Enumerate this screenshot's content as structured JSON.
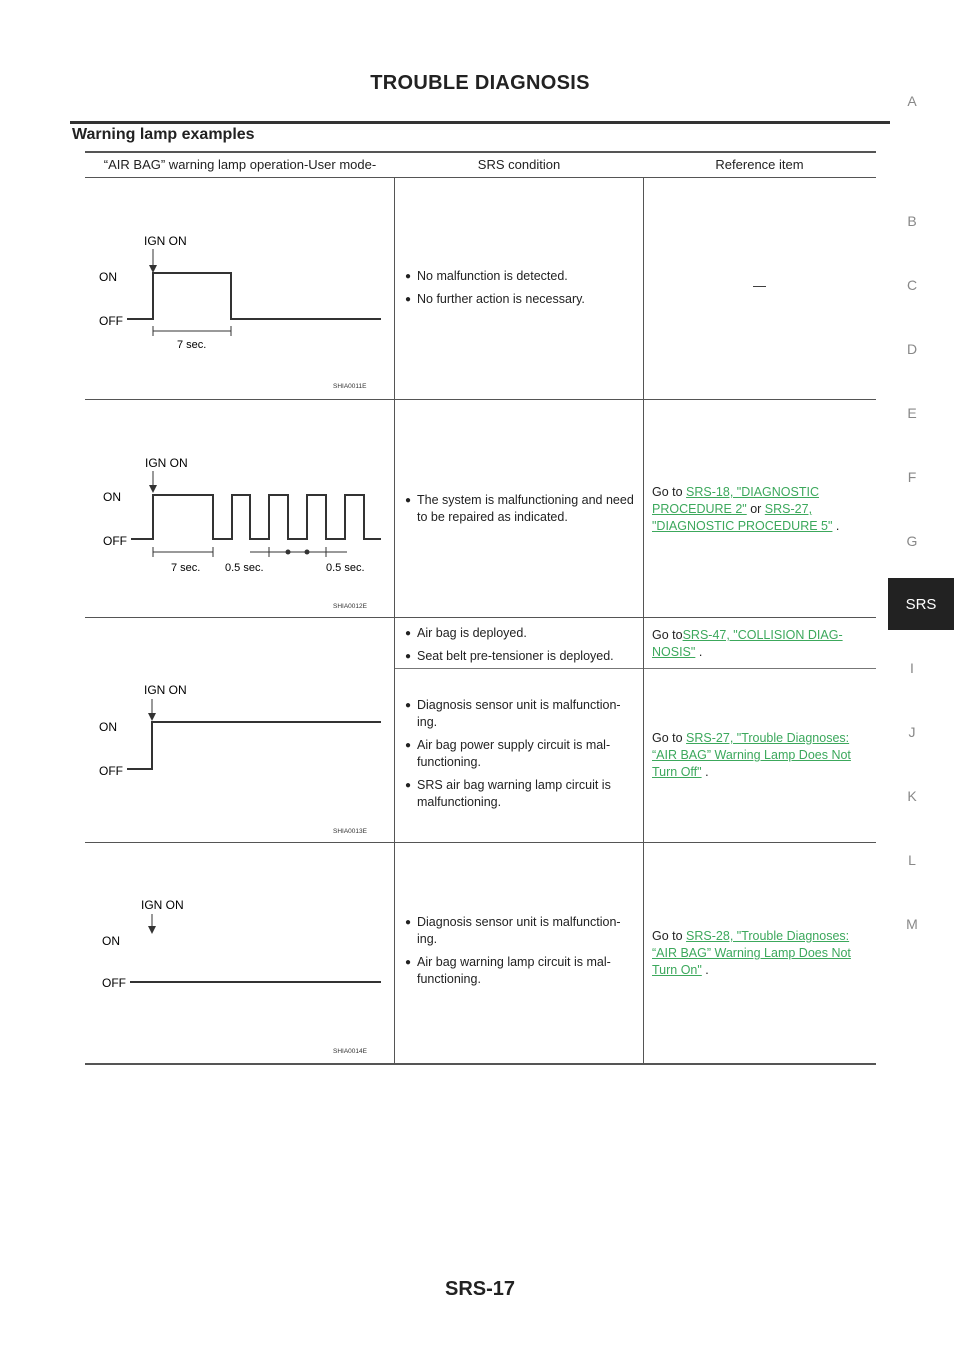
{
  "header": {
    "title": "TROUBLE DIAGNOSIS"
  },
  "section_heading": "Warning lamp examples",
  "side_index": [
    "A",
    "B",
    "C",
    "D",
    "E",
    "F",
    "G",
    "SRS",
    "I",
    "J",
    "K",
    "L",
    "M"
  ],
  "table": {
    "headers": [
      "“AIR BAG” warning lamp operation-User mode-",
      "SRS condition",
      "Reference item"
    ],
    "rows": [
      {
        "figure": {
          "ign_label": "IGN ON",
          "on_label": "ON",
          "off_label": "OFF",
          "durations": [
            "7 sec."
          ],
          "code": "SHIA0011E"
        },
        "conditions": [
          "No malfunction is detected.",
          "No further action is necessary."
        ],
        "reference": {
          "text": "—"
        }
      },
      {
        "figure": {
          "ign_label": "IGN ON",
          "on_label": "ON",
          "off_label": "OFF",
          "durations": [
            "7 sec.",
            "0.5 sec.",
            "0.5 sec."
          ],
          "code": "SHIA0012E"
        },
        "conditions": [
          "The system is malfunctioning and need to be repaired as indicated."
        ],
        "reference": {
          "prefix": "Go to ",
          "link1": "SRS-18, \"DIAGNOSTIC PROCEDURE 2\"",
          "middle": " or ",
          "link2": "SRS-27, \"DIAGNOSTIC PROCEDURE 5\"",
          "suffix": " ."
        }
      },
      {
        "figure": {
          "ign_label": "IGN ON",
          "on_label": "ON",
          "off_label": "OFF",
          "code": "SHIA0013E"
        },
        "conditions": [
          "Air bag is deployed.",
          "Seat belt pre-tensioner is deployed."
        ],
        "reference": {
          "prefix": "Go to",
          "link1": "SRS-47, \"COLLISION DIAG-NOSIS\"",
          "suffix": " ."
        },
        "conditions_b": [
          "Diagnosis sensor unit is malfunction-ing.",
          "Air bag power supply circuit is mal-functioning.",
          "SRS air bag warning lamp circuit is malfunctioning."
        ],
        "reference_b": {
          "prefix": "Go to ",
          "link1": "SRS-27, \"Trouble Diagnoses: “AIR BAG” Warning Lamp Does Not Turn Off\"",
          "suffix": " ."
        }
      },
      {
        "figure": {
          "ign_label": "IGN ON",
          "on_label": "ON",
          "off_label": "OFF",
          "code": "SHIA0014E"
        },
        "conditions": [
          "Diagnosis sensor unit is malfunction-ing.",
          "Air bag warning lamp circuit is mal-functioning."
        ],
        "reference": {
          "prefix": "Go to ",
          "link1": "SRS-28, \"Trouble Diagnoses: “AIR BAG” Warning Lamp Does Not Turn On\"",
          "suffix": " ."
        }
      }
    ]
  },
  "footer": {
    "page": "SRS-17"
  }
}
